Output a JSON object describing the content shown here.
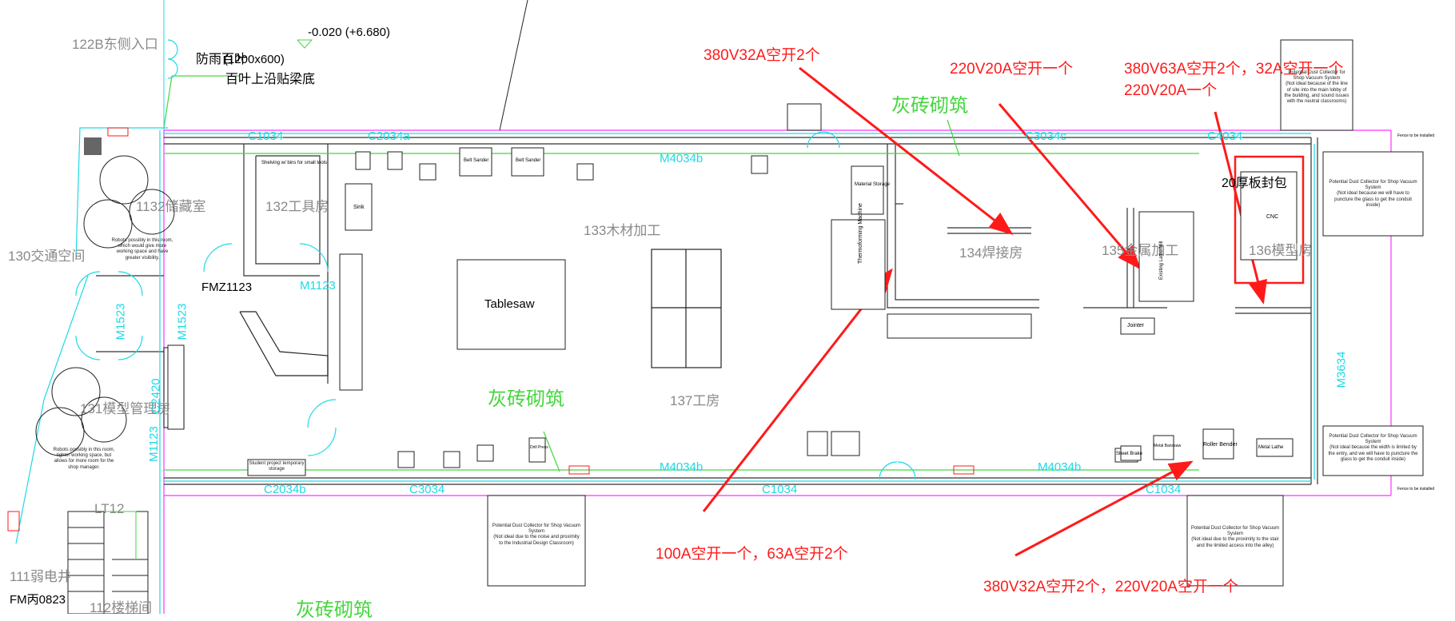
{
  "rooms": {
    "r132": "132工具房",
    "r133": "133木材加工",
    "r134": "134焊接房",
    "r135": "135金属加工",
    "r136": "136模型房",
    "r137": "137工房",
    "r122b": "122B东侧入口",
    "r130": "130交通空间",
    "r131": "131模型管理房",
    "r1132": "1132储藏室",
    "lt": "LT12",
    "r111": "111弱电井",
    "r112": "112楼梯间"
  },
  "door_labels": {
    "c1034_a": "C1034",
    "c2034a": "C2034a",
    "m4034b_top": "M4034b",
    "c3034c": "C3034c",
    "c4034": "C4034",
    "c2034b": "C2034b",
    "c3034": "C3034",
    "m4034b_bot1": "M4034b",
    "c1034_b": "C1034",
    "m4034b_bot2": "M4034b",
    "c1034_c": "C1034",
    "m1523_a": "M1523",
    "m1523_b": "M1523",
    "m1123_a": "M1123",
    "m1123_b": "M1123",
    "c2420": "C2420",
    "m3634": "M3634",
    "fmz": "FMZ1123",
    "fm": "FM丙0823"
  },
  "notes": {
    "fangyu": "防雨百叶",
    "fangyu_size": "(1200x600)",
    "baiye": "百叶上沿贴梁底",
    "level": "-0.020 (+6.680)",
    "board": "20厚板封包"
  },
  "masonry_labels": {
    "m1": "灰砖砌筑",
    "m2": "灰砖砌筑",
    "m3": "灰砖砌筑"
  },
  "annotations": {
    "a1": "380V32A空开2个",
    "a2": "220V20A空开一个",
    "a3": "380V63A空开2个，32A空开一个",
    "a3b": "220V20A一个",
    "a4": "100A空开一个，63A空开2个",
    "a5": "380V32A空开2个，220V20A空开一个"
  },
  "equipment": {
    "tablesaw": "Tablesaw",
    "jointer": "Jointer",
    "roller_bender": "Roller Bender",
    "thermoforming": "Thermoforming Machine",
    "material_storage": "Material Storage",
    "belt_sander1": "Belt Sander",
    "belt_sander2": "Belt Sander",
    "sink": "Sink",
    "student_storage": "Student project temporary storage",
    "metal_lathe": "Metal Lathe",
    "sheet_brake": "Sheet Brake",
    "metal_bandsaw": "Metal Bandsaw",
    "drill_press": "Drill Press",
    "existing_lathe": "Existing Lathe/Mill",
    "shelving": "Shelving w/ bins for small tools",
    "dust_collector_1": "Potential Dust Collector for Shop Vacuum System",
    "dust_collector_1_note": "(Not ideal because of the line of site into the main lobby of the building, and sound issues with the neutral classrooms)",
    "dust_collector_2": "Potential Dust Collector for Shop Vacuum System",
    "dust_collector_2_note": "(Not ideal because we will have to puncture the glass to get the conduit inside)",
    "dust_collector_3": "Potential Dust Collector for Shop Vacuum System",
    "dust_collector_3_note": "(Not ideal due to the noise and proximity to the Industrial Design Classroom)",
    "dust_collector_4": "Potential Dust Collector for Shop Vacuum System",
    "dust_collector_4_note": "(Not ideal due to the proximity to the stair and the limited access into the alley)",
    "dust_collector_5": "Potential Dust Collector for Shop Vacuum System",
    "dust_collector_5_note": "(Not ideal because the width is limited by the entry, and we will have to puncture the glass to get the conduit inside)",
    "robots_note1": "Robots possibly in this room, which would give more working space and have greater visibility.",
    "robots_note2": "Robots possibly in this room, tighter working space, but allows for more room for the shop manager.",
    "fence1": "Fence to be installed",
    "fence2": "Fence to be installed",
    "cnc": "CNC"
  },
  "colors": {
    "annotation_red": "#ff1a1a",
    "door_cyan": "#1ed9e6",
    "masonry_green": "#44d63d",
    "wall_magenta": "#ff33ff"
  }
}
